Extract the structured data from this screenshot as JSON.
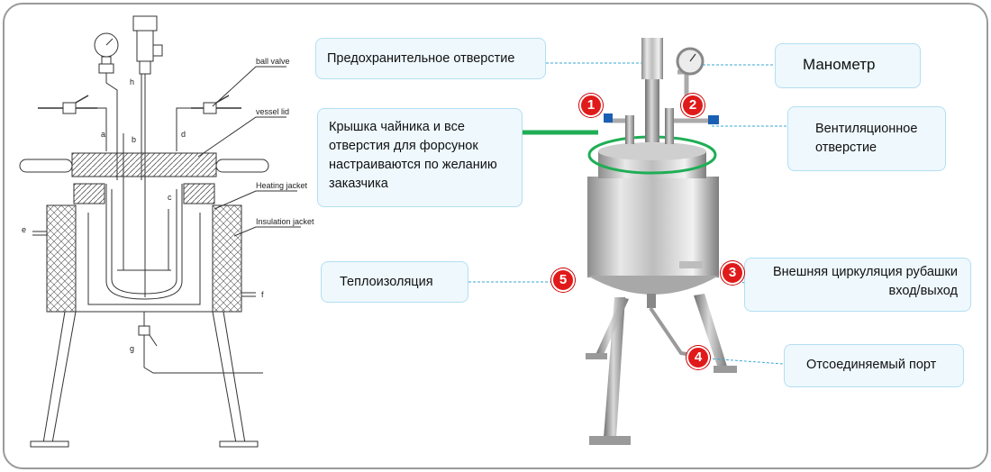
{
  "colors": {
    "callout_bg": "#eef8fd",
    "callout_border": "#b3dff2",
    "badge": "#e01a1a",
    "arrow": "#1fae55",
    "frame": "#9a9a9a"
  },
  "diagram_labels": {
    "ball_valve": "ball valve",
    "vessel_lid": "vessel lid",
    "heating_jacket": "Heating jacket",
    "insulation_jacket": "Insulation jacket",
    "letters": {
      "a": "a",
      "b": "b",
      "c": "c",
      "d": "d",
      "e": "e",
      "f": "f",
      "g": "g",
      "h": "h"
    }
  },
  "callouts": {
    "safety_hole": "Предохранительное отверстие",
    "manometer": "Манометр",
    "lid_holes": "Крышка чайника и все отверстия для форсунок настраиваются по желанию заказчика",
    "vent_hole": "Вентиляционное отверстие",
    "insulation": "Теплоизоляция",
    "jacket_circulation": "Внешняя циркуляция рубашки вход/выход",
    "detachable_port": "Отсоединяемый порт"
  },
  "badges": {
    "b1": "1",
    "b2": "2",
    "b3": "3",
    "b4": "4",
    "b5": "5"
  }
}
